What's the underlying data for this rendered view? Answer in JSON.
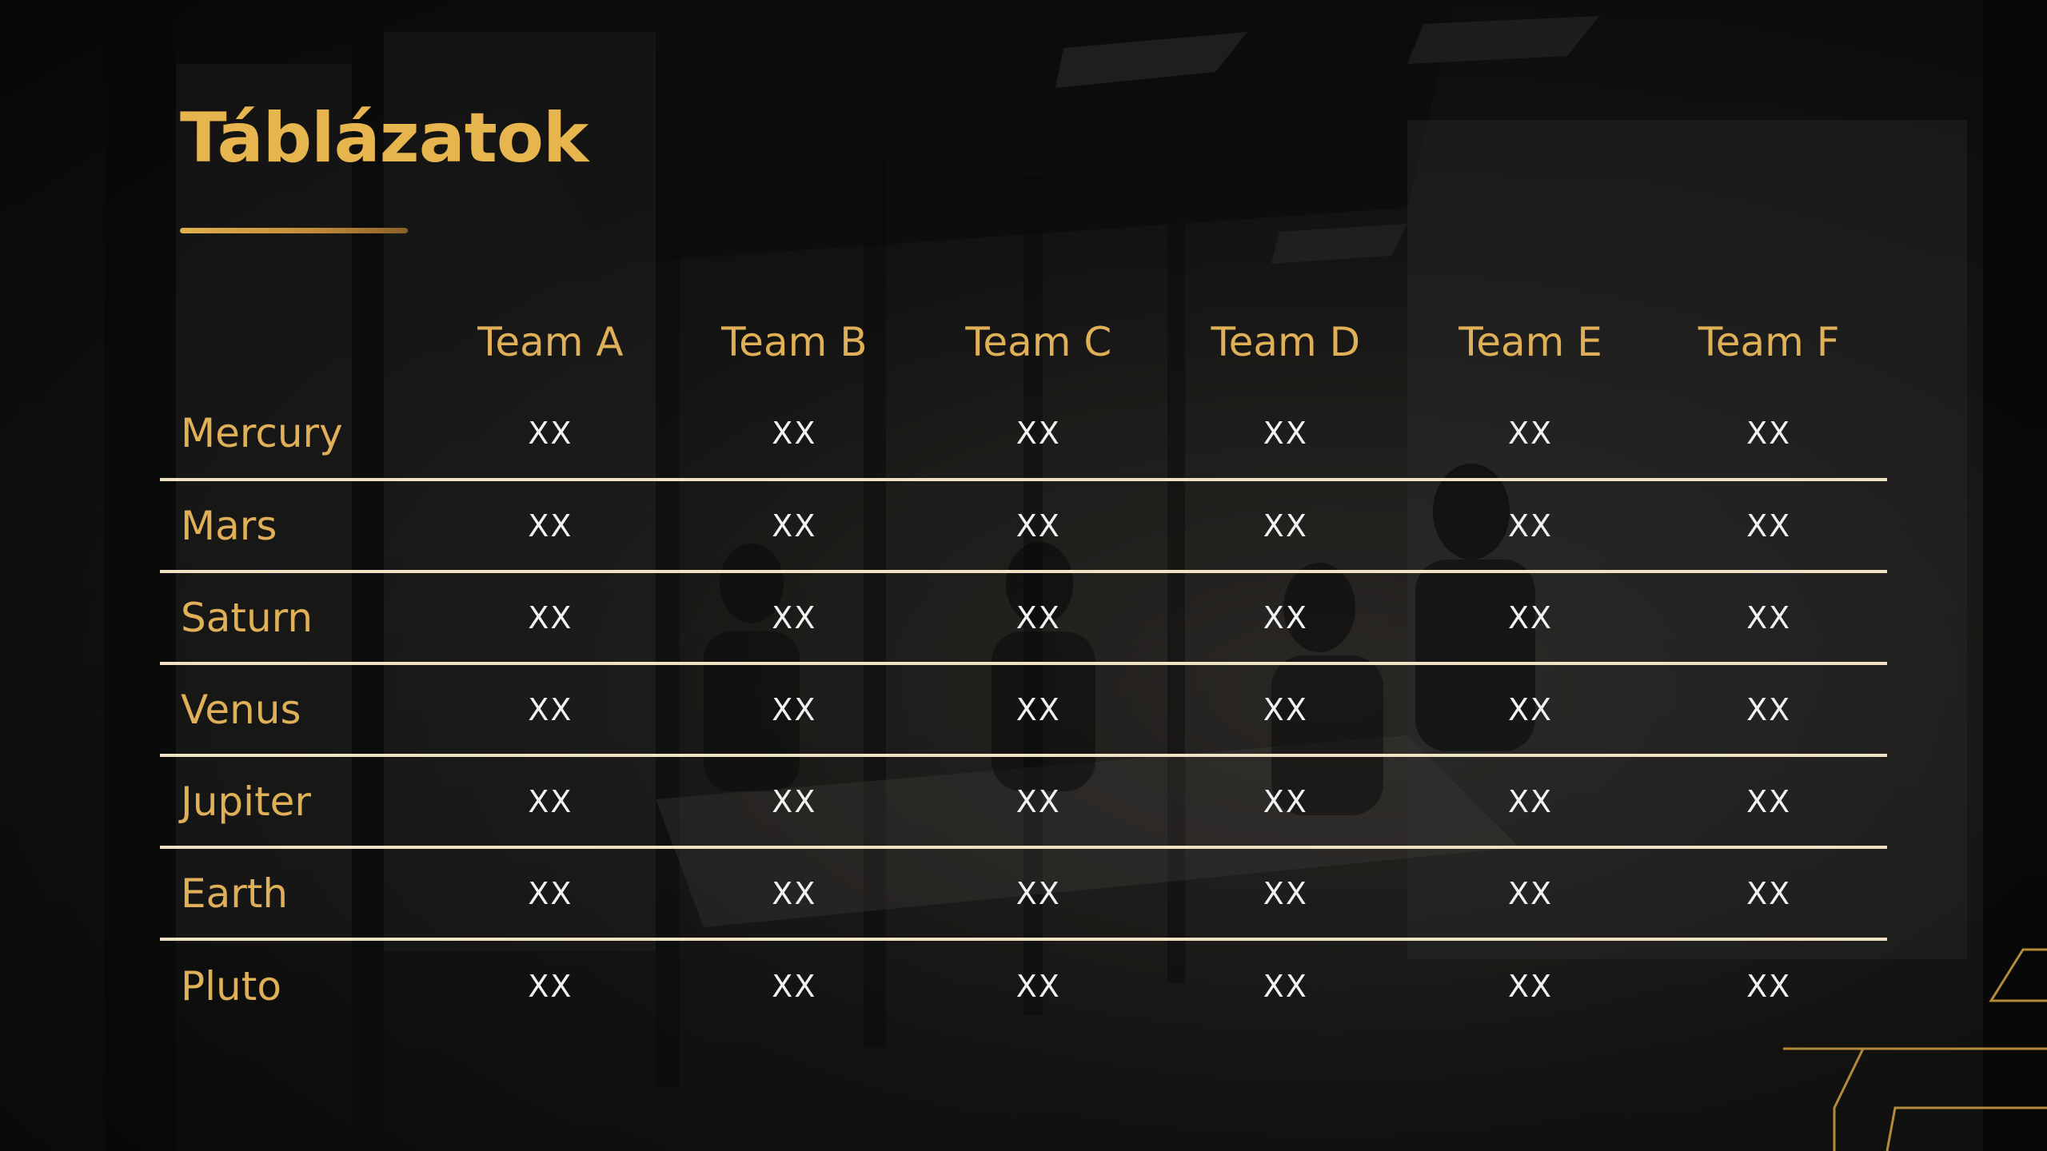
{
  "slide": {
    "title": "Táblázatok"
  },
  "table": {
    "columns": [
      "Team A",
      "Team B",
      "Team C",
      "Team D",
      "Team E",
      "Team F"
    ],
    "rows": [
      {
        "label": "Mercury",
        "cells": [
          "XX",
          "XX",
          "XX",
          "XX",
          "XX",
          "XX"
        ]
      },
      {
        "label": "Mars",
        "cells": [
          "XX",
          "XX",
          "XX",
          "XX",
          "XX",
          "XX"
        ]
      },
      {
        "label": "Saturn",
        "cells": [
          "XX",
          "XX",
          "XX",
          "XX",
          "XX",
          "XX"
        ]
      },
      {
        "label": "Venus",
        "cells": [
          "XX",
          "XX",
          "XX",
          "XX",
          "XX",
          "XX"
        ]
      },
      {
        "label": "Jupiter",
        "cells": [
          "XX",
          "XX",
          "XX",
          "XX",
          "XX",
          "XX"
        ]
      },
      {
        "label": "Earth",
        "cells": [
          "XX",
          "XX",
          "XX",
          "XX",
          "XX",
          "XX"
        ]
      },
      {
        "label": "Pluto",
        "cells": [
          "XX",
          "XX",
          "XX",
          "XX",
          "XX",
          "XX"
        ]
      }
    ]
  },
  "colors": {
    "accent": "#e6b54e",
    "divider": "#efe2c4",
    "cell_text": "#f2f2f2",
    "background": "#0d0d0d"
  },
  "icons": {
    "decoration": "gold-geometric-outline-icon"
  }
}
